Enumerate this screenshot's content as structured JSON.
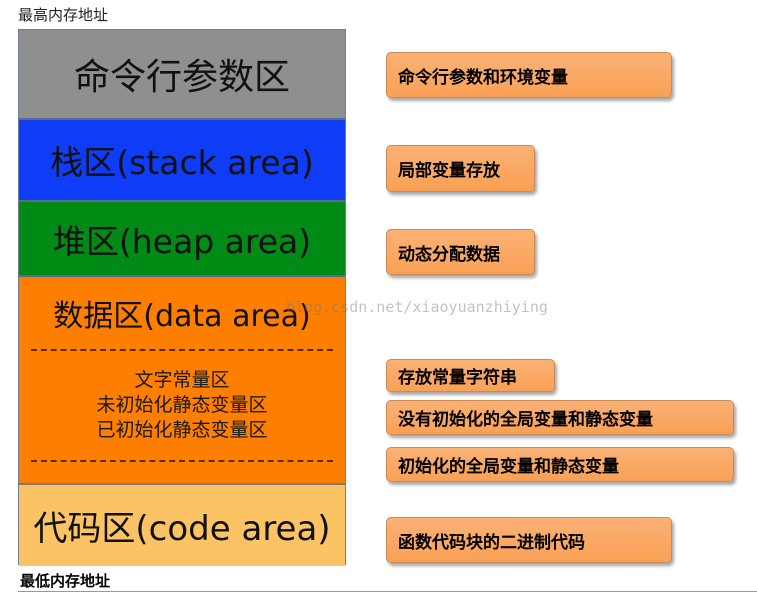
{
  "labels": {
    "top": "最高内存地址",
    "bottom": "最低内存地址",
    "watermark": "blog.csdn.net/xiaoyuanzhiying"
  },
  "segments": {
    "cmd": "命令行参数区",
    "stack": "栈区(stack area)",
    "heap": "堆区(heap area)",
    "data": {
      "title": "数据区(data area)",
      "sub": [
        "文字常量区",
        "未初始化静态变量区",
        "已初始化静态变量区"
      ]
    },
    "code": "代码区(code area)"
  },
  "callouts": [
    "命令行参数和环境变量",
    "局部变量存放",
    "动态分配数据",
    "存放常量字符串",
    "没有初始化的全局变量和静态变量",
    "初始化的全局变量和静态变量",
    "函数代码块的二进制代码"
  ],
  "colors": {
    "cmd": "#8f8f8f",
    "stack": "#0f3cf6",
    "heap": "#008a16",
    "data": "#fe7e00",
    "code": "#fcc365",
    "callout": "#f9a055"
  }
}
